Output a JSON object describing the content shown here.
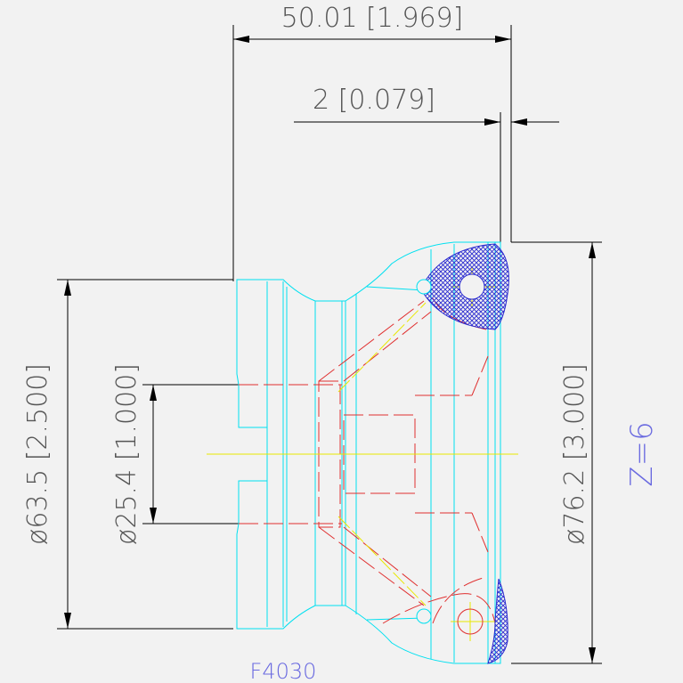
{
  "dimensions": {
    "overall_length": "50.01 [1.969]",
    "insert_offset": "2 [0.079]",
    "shank_diameter": "ø63.5 [2.500]",
    "bore_diameter": "ø25.4 [1.000]",
    "cutting_diameter": "ø76.2 [3.000]"
  },
  "insert_count_label": "Z=6",
  "part_number": "F4030",
  "colors": {
    "background": "#f2f2f2",
    "dimension_lines": "#000000",
    "dimension_text": "#555555",
    "body_outline": "#00e0f0",
    "hidden_lines": "#e03030",
    "centerlines": "#e8e800",
    "insert_hatch": "#2a2ad0",
    "label_blue": "#6a6ae0"
  }
}
